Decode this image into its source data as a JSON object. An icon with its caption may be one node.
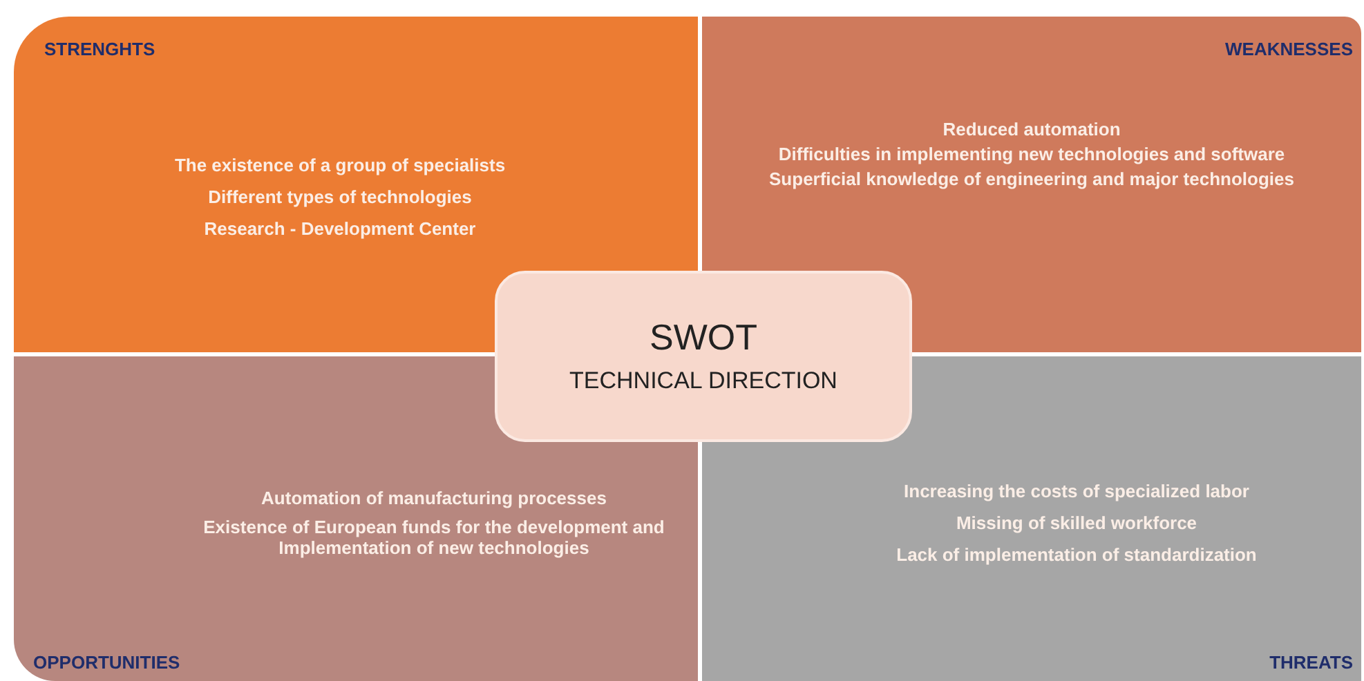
{
  "diagram": {
    "nodes": [
      {
        "text": [
          "STRENGHTS",
          "The existence of a group of specialists",
          "Different types of technologies",
          "Research - Development Center"
        ]
      },
      {
        "text": [
          "WEAKNESSES",
          "Reduced automation",
          "Difficulties in implementing new technologies and software",
          "Superficial knowledge of engineering and major technologies"
        ]
      },
      {
        "text": [
          "OPPORTUNITIES",
          "Automation of manufacturing processes",
          "Existence of European funds for the development and Implementation of new technologies"
        ]
      },
      {
        "text": [
          "THREATS",
          "Increasing the costs of specialized labor",
          "Missing of  skilled workforce",
          "Lack of implementation of standardization"
        ]
      },
      {
        "text": [
          "SWOT",
          "TECHNICAL DIRECTION"
        ]
      }
    ]
  }
}
